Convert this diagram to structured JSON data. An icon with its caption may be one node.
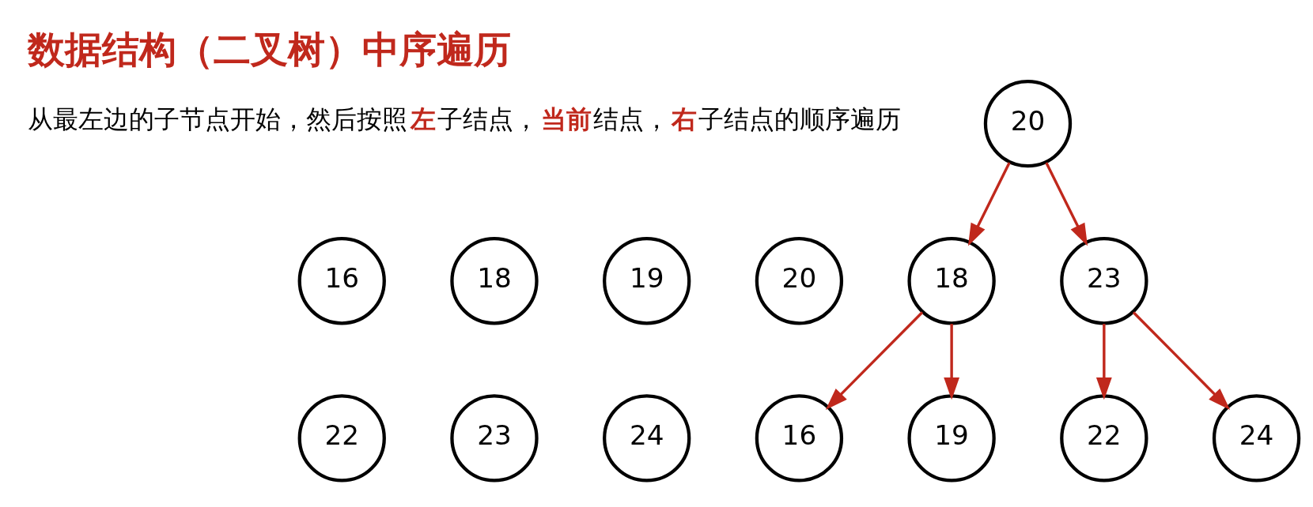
{
  "diagram": {
    "title": "数据结构（二叉树）中序遍历",
    "nodes": [
      {
        "text": [
          "16"
        ]
      },
      {
        "text": [
          "18"
        ]
      },
      {
        "text": [
          "19"
        ]
      },
      {
        "text": [
          "20"
        ]
      },
      {
        "text": [
          "22"
        ]
      },
      {
        "text": [
          "23"
        ]
      },
      {
        "text": [
          "24"
        ]
      },
      {
        "text": [
          "20"
        ]
      },
      {
        "text": [
          "18"
        ]
      },
      {
        "text": [
          "23"
        ]
      },
      {
        "text": [
          "16"
        ]
      },
      {
        "text": [
          "19"
        ]
      },
      {
        "text": [
          "22"
        ]
      },
      {
        "text": [
          "24"
        ]
      }
    ],
    "edges": [
      {
        "from": 7,
        "to": 8,
        "arrow": "to"
      },
      {
        "from": 7,
        "to": 9,
        "arrow": "to"
      },
      {
        "from": 8,
        "to": 10,
        "arrow": "to"
      },
      {
        "from": 8,
        "to": 11,
        "arrow": "to"
      },
      {
        "from": 9,
        "to": 12,
        "arrow": "to"
      },
      {
        "from": 9,
        "to": 13,
        "arrow": "to"
      }
    ],
    "labels": [
      "从最左边的子节点开始，然后按照**左**子结点，**当前**结点，**右**子结点的顺序遍历"
    ]
  }
}
